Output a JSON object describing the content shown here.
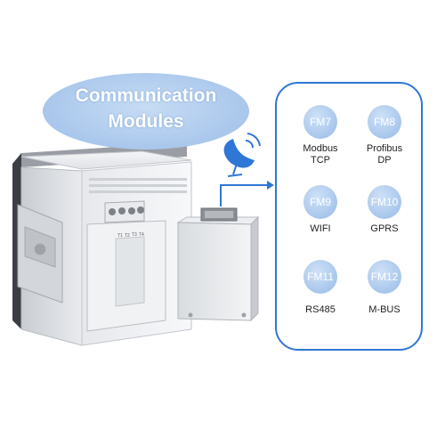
{
  "title": {
    "line1": "Communication",
    "line2": "Modules"
  },
  "modules": [
    {
      "code": "FM7",
      "label_lines": [
        "Modbus",
        "TCP"
      ]
    },
    {
      "code": "FM8",
      "label_lines": [
        "Profibus",
        "DP"
      ]
    },
    {
      "code": "FM9",
      "label_lines": [
        "WIFI"
      ]
    },
    {
      "code": "FM10",
      "label_lines": [
        "GPRS"
      ]
    },
    {
      "code": "FM11",
      "label_lines": [
        "RS485"
      ]
    },
    {
      "code": "FM12",
      "label_lines": [
        "M-BUS"
      ]
    }
  ],
  "terminal_labels": [
    "T1",
    "T2",
    "T3",
    "T4"
  ],
  "icons": {
    "antenna": "satellite-dish-icon",
    "arrow": "arrow-right-icon"
  },
  "colors": {
    "accent_blue": "#2f77d6",
    "bubble_blue": "#a9c7ec",
    "text_white": "#ffffff"
  }
}
